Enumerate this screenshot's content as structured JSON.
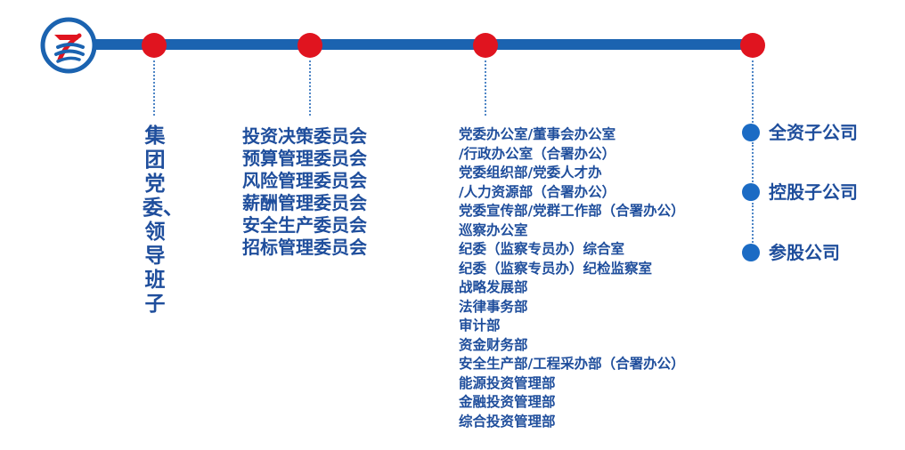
{
  "colors": {
    "line": "#1b63b0",
    "node": "#e0141f",
    "text": "#1f4e9c",
    "company_dot": "#1b6bc4"
  },
  "logo": {
    "icon": "company-logo-icon"
  },
  "column1": {
    "text": "集团党委、领导班子"
  },
  "column2": {
    "items": [
      "投资决策委员会",
      "预算管理委员会",
      "风险管理委员会",
      "薪酬管理委员会",
      "安全生产委员会",
      "招标管理委员会"
    ]
  },
  "column3": {
    "items": [
      "党委办公室/董事会办公室",
      "/行政办公室（合署办公）",
      "党委组织部/党委人才办",
      "/人力资源部（合署办公）",
      "党委宣传部/党群工作部（合署办公）",
      "巡察办公室",
      "纪委（监察专员办）综合室",
      "纪委（监察专员办）纪检监察室",
      "战略发展部",
      "法律事务部",
      "审计部",
      "资金财务部",
      "安全生产部/工程采办部（合署办公）",
      "能源投资管理部",
      "金融投资管理部",
      "综合投资管理部"
    ]
  },
  "column4": {
    "items": [
      "全资子公司",
      "控股子公司",
      "参股公司"
    ]
  }
}
